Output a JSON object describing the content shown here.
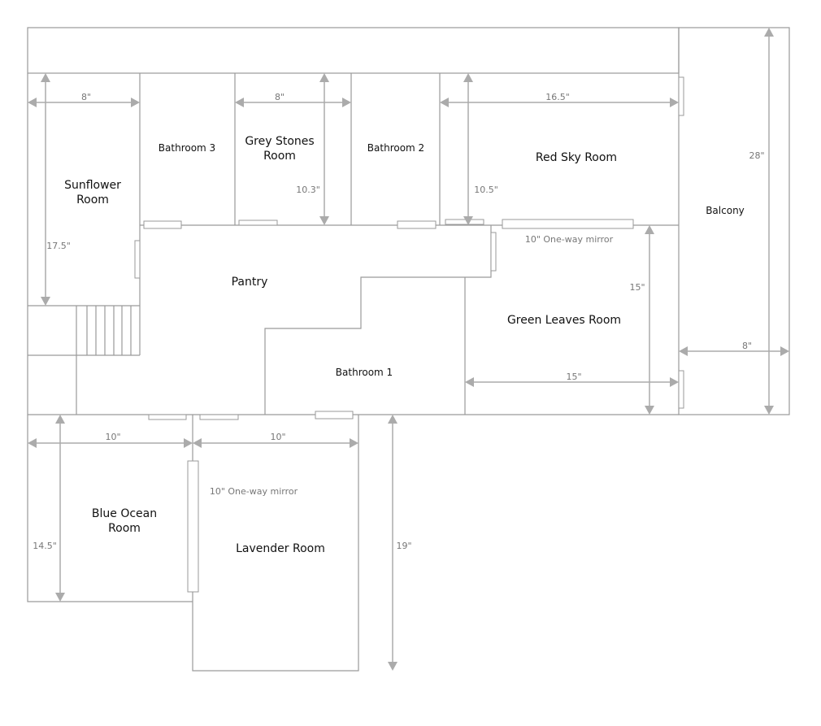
{
  "rooms": {
    "sunflower": [
      "Sunflower",
      "Room"
    ],
    "bathroom3": "Bathroom 3",
    "grey_stones": [
      "Grey Stones",
      "Room"
    ],
    "bathroom2": "Bathroom 2",
    "red_sky": "Red Sky Room",
    "balcony": "Balcony",
    "pantry": "Pantry",
    "green_leaves": "Green Leaves Room",
    "bathroom1": "Bathroom 1",
    "blue_ocean": [
      "Blue Ocean",
      "Room"
    ],
    "lavender": "Lavender Room"
  },
  "dimensions": {
    "sunflower_width": "8\"",
    "sunflower_height": "17.5\"",
    "grey_stones_width": "8\"",
    "grey_stones_height": "10.3\"",
    "red_sky_height": "10.5\"",
    "red_sky_width": "16.5\"",
    "balcony_height": "28\"",
    "balcony_width": "8\"",
    "green_leaves_height": "15\"",
    "green_leaves_width": "15\"",
    "blue_ocean_width": "10\"",
    "lavender_width": "10\"",
    "blue_ocean_height": "14.5\"",
    "lavender_height": "19\""
  },
  "mirrors": {
    "red_green_mirror": "10\"  One-way mirror",
    "blue_lavender_mirror": "10\"  One-way mirror"
  }
}
